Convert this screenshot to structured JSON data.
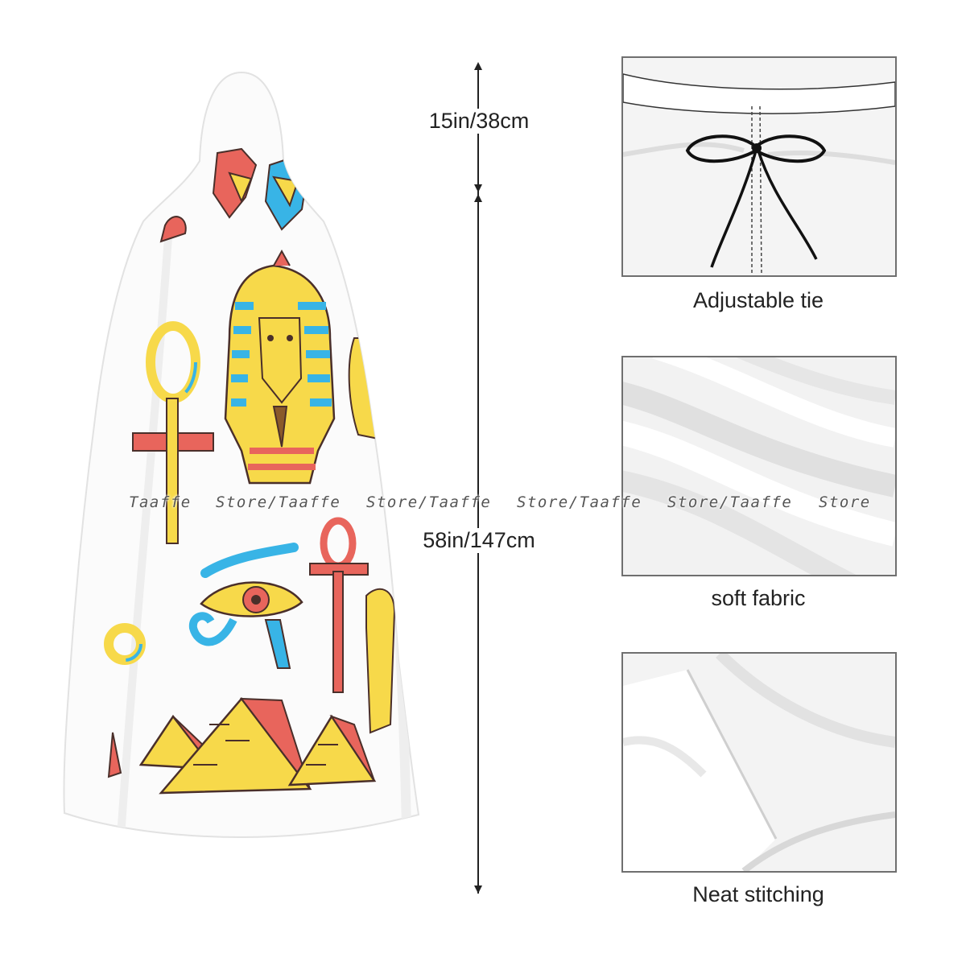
{
  "measurements": {
    "hood_length": "15in/38cm",
    "cloak_length": "58in/147cm"
  },
  "details": [
    {
      "caption": "Adjustable tie"
    },
    {
      "caption": "soft fabric"
    },
    {
      "caption": "Neat stitching"
    }
  ],
  "watermark": {
    "segments": [
      "Taaffe",
      "Store/Taaffe",
      "Store/Taaffe",
      "Store/Taaffe",
      "Store/Taaffe",
      "Store"
    ]
  },
  "colors": {
    "yellow": "#f7d94a",
    "blue": "#38b4e6",
    "red": "#e8655c",
    "outline": "#4a2f2a",
    "panel_border": "#6f6f6f"
  }
}
